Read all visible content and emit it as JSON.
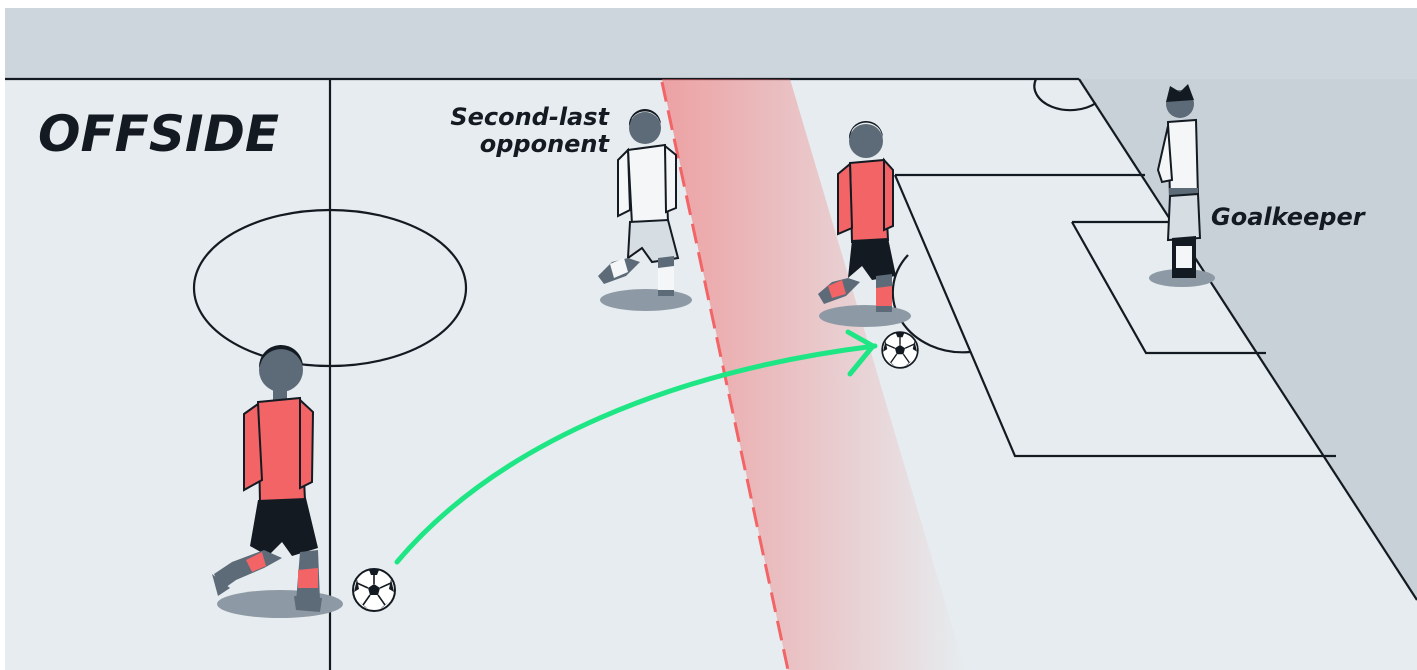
{
  "title": "OFFSIDE",
  "labels": {
    "second_last_line1": "Second-last",
    "second_last_line2": "opponent",
    "goalkeeper": "Goalkeeper"
  },
  "colors": {
    "pitch": "#e6ecef",
    "sky": "#cdd6dc",
    "outside": "#c9d1d8",
    "attacker_shirt": "#f26465",
    "defender_shirt": "#f4f6f8",
    "skin_dark": "#5d6b78",
    "hair": "#141a22",
    "offside_line": "#f26465",
    "pass_arrow": "#1fe684"
  },
  "icons": [
    "soccer-ball-icon",
    "pass-arrow-icon",
    "offside-line"
  ]
}
